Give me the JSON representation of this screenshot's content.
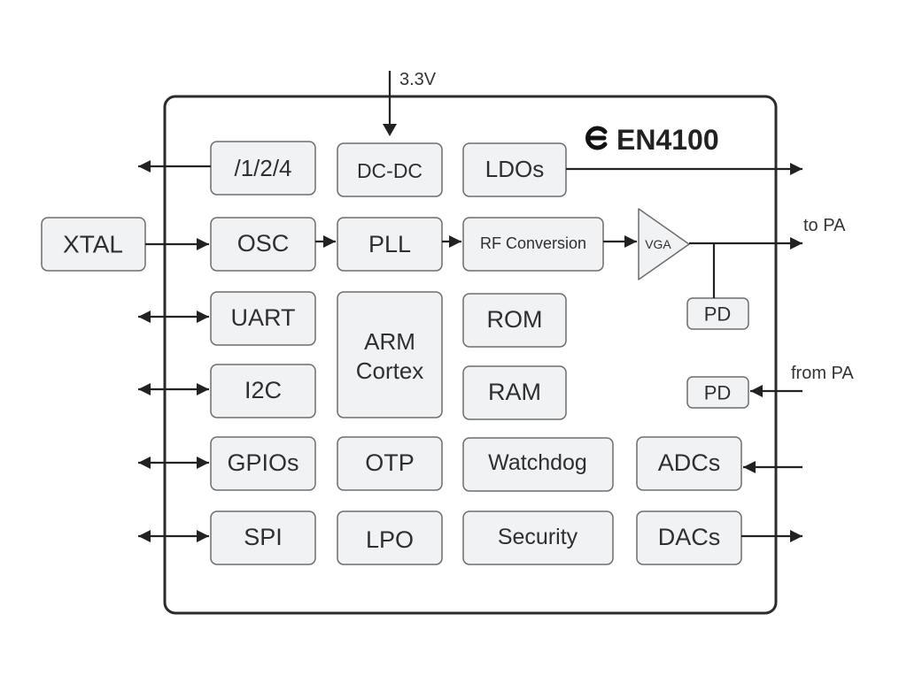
{
  "chip": {
    "name": "EN4100",
    "logo_icon": "e-logo-icon"
  },
  "supply": {
    "label": "3.3V"
  },
  "blocks": {
    "xtal": "XTAL",
    "divider": "/1/2/4",
    "dcdc": "DC-DC",
    "ldos": "LDOs",
    "osc": "OSC",
    "pll": "PLL",
    "rf_conversion": "RF Conversion",
    "vga": "VGA",
    "pd_out": "PD",
    "pd_in": "PD",
    "uart": "UART",
    "i2c": "I2C",
    "gpios": "GPIOs",
    "spi": "SPI",
    "arm_line1": "ARM",
    "arm_line2": "Cortex",
    "otp": "OTP",
    "lpo": "LPO",
    "rom": "ROM",
    "ram": "RAM",
    "watchdog": "Watchdog",
    "security": "Security",
    "adcs": "ADCs",
    "dacs": "DACs"
  },
  "external_labels": {
    "to_pa": "to PA",
    "from_pa": "from PA"
  }
}
